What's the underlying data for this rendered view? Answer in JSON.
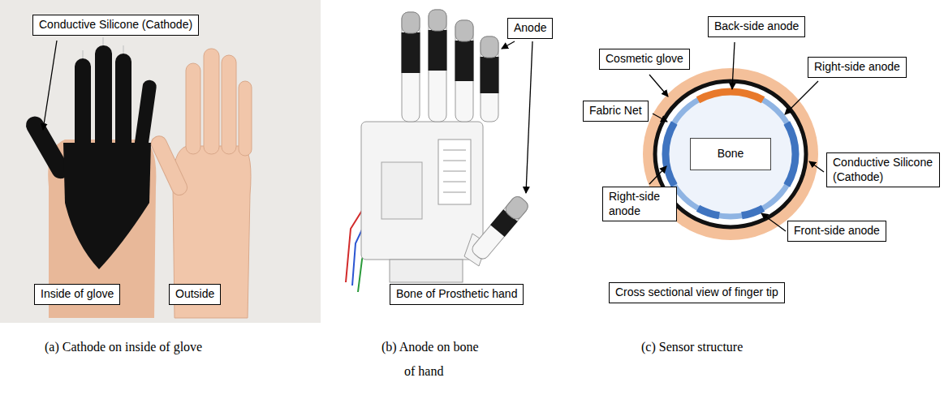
{
  "diagram": {
    "nodes": [
      {
        "text": [
          "Conductive Silicone (Cathode)"
        ]
      },
      {
        "text": [
          "Inside of glove"
        ]
      },
      {
        "text": [
          "Outside"
        ]
      },
      {
        "text": [
          "Anode"
        ]
      },
      {
        "text": [
          "Bone of Prosthetic hand"
        ]
      },
      {
        "text": [
          "Back-side anode"
        ]
      },
      {
        "text": [
          "Cosmetic glove"
        ]
      },
      {
        "text": [
          "Right-side anode"
        ]
      },
      {
        "text": [
          "Fabric Net"
        ]
      },
      {
        "text": [
          "Bone"
        ]
      },
      {
        "text": [
          "Conductive Silicone (Cathode)"
        ]
      },
      {
        "text": [
          "Right-side anode"
        ]
      },
      {
        "text": [
          "Front-side anode"
        ]
      },
      {
        "text": [
          "Cross sectional view of finger tip"
        ]
      }
    ],
    "labels": [
      "(a) Cathode on inside of glove",
      "(b) Anode on bone of hand",
      "(c) Sensor structure"
    ]
  }
}
